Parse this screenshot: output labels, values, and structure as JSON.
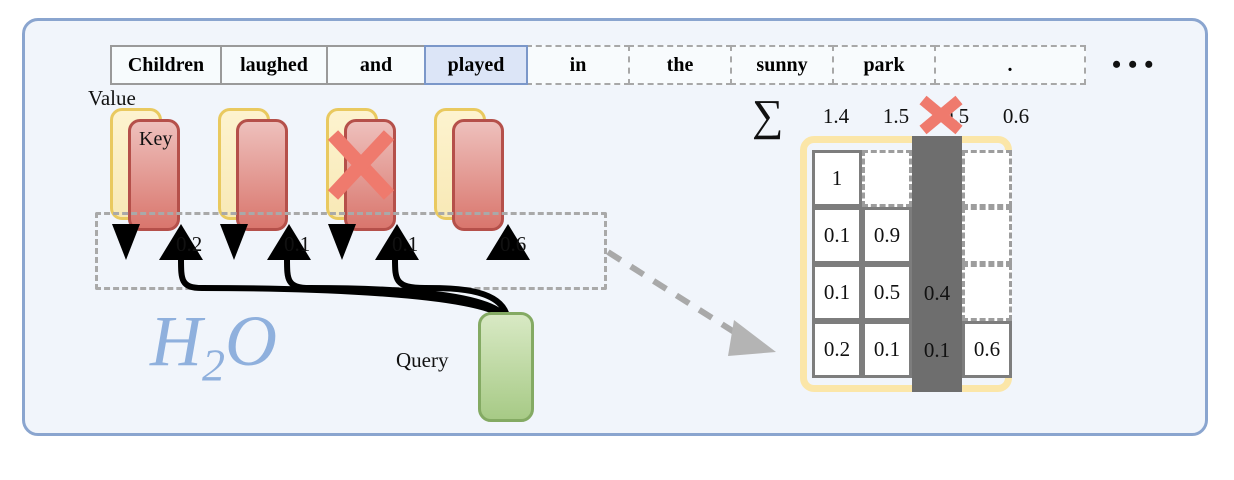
{
  "figure": {
    "method_label": "H",
    "method_sub": "2",
    "method_label2": "O"
  },
  "sentence": {
    "tokens": [
      {
        "text": "Children",
        "style": "solid",
        "width": 112
      },
      {
        "text": "laughed",
        "style": "solid",
        "width": 108
      },
      {
        "text": "and",
        "style": "solid",
        "width": 100
      },
      {
        "text": "played",
        "style": "selected",
        "width": 104
      },
      {
        "text": "in",
        "style": "dashed",
        "width": 104
      },
      {
        "text": "the",
        "style": "dashed",
        "width": 104
      },
      {
        "text": "sunny",
        "style": "dashed",
        "width": 104
      },
      {
        "text": "park",
        "style": "dashed",
        "width": 104
      },
      {
        "text": ".",
        "style": "dashed",
        "width": 152
      }
    ],
    "ellipsis": "•••"
  },
  "cache": {
    "value_label": "Value",
    "key_label": "Key",
    "slots": [
      {
        "weight": "0.2",
        "evicted": false
      },
      {
        "weight": "0.1",
        "evicted": false
      },
      {
        "weight": "0.1",
        "evicted": true
      },
      {
        "weight": "0.6",
        "evicted": false
      }
    ]
  },
  "query": {
    "label": "Query"
  },
  "attention_matrix": {
    "sum_symbol": "∑",
    "column_sums": [
      "1.4",
      "1.5",
      "0.5",
      "0.6"
    ],
    "evicted_column_index": 2,
    "rows": [
      [
        "1",
        "",
        "",
        ""
      ],
      [
        "0.1",
        "0.9",
        "",
        ""
      ],
      [
        "0.1",
        "0.5",
        "0.4",
        ""
      ],
      [
        "0.2",
        "0.1",
        "0.1",
        "0.6"
      ]
    ]
  },
  "colors": {
    "panel_border": "#8aa5cf",
    "panel_bg": "#f1f5fb",
    "key_card": "#d9766d",
    "value_card": "#f8e9b6",
    "query_card": "#a7ca86",
    "evict_x": "#ef7a6d",
    "mask_column": "#6e6e6e",
    "selected_token": "#dce5f7",
    "watermark": "#8fb0dd"
  }
}
